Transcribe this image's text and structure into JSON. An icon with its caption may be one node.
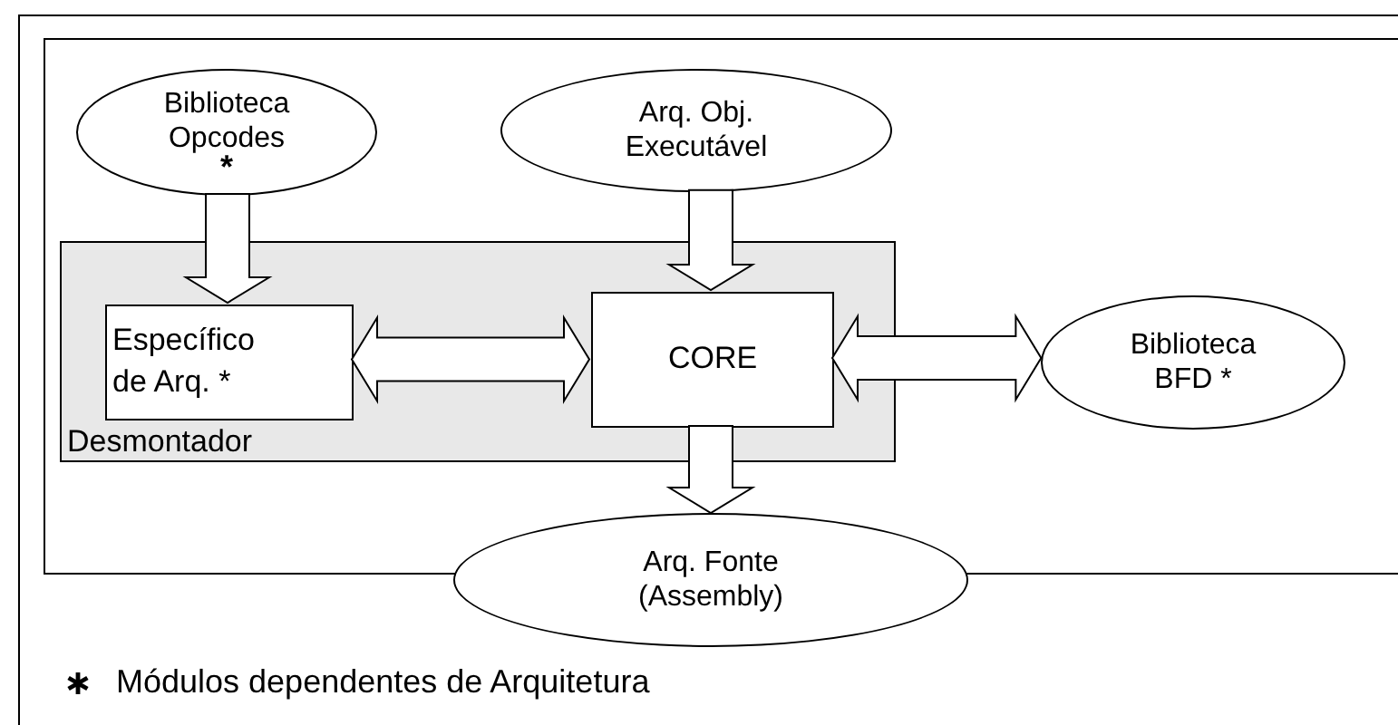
{
  "diagram": {
    "nodes": [
      {
        "text": [
          "Biblioteca Opcodes",
          "*"
        ]
      },
      {
        "text": [
          "Arq. Obj. Executável"
        ]
      },
      {
        "text": [
          "Desmontador"
        ]
      },
      {
        "text": [
          "Específico de Arq. *"
        ],
        "in": 2
      },
      {
        "text": [
          "CORE"
        ],
        "in": 2
      },
      {
        "text": [
          "Biblioteca BFD *"
        ]
      },
      {
        "text": [
          "Arq. Fonte (Assembly)"
        ]
      }
    ],
    "edges": [
      {
        "from": 0,
        "to": 3,
        "arrow": "to"
      },
      {
        "from": 1,
        "to": 4,
        "arrow": "to"
      },
      {
        "from": 3,
        "to": 4,
        "arrow": "both"
      },
      {
        "from": 4,
        "to": 5,
        "arrow": "both"
      },
      {
        "from": 4,
        "to": 6,
        "arrow": "to"
      }
    ],
    "legend": [
      {
        "text": "Módulos dependentes de Arquitetura"
      }
    ]
  }
}
